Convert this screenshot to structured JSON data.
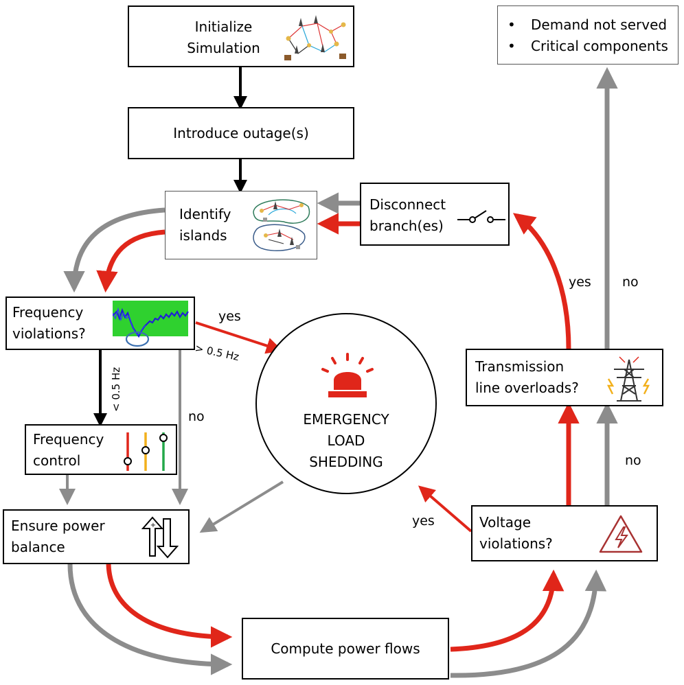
{
  "nodes": {
    "initialize": {
      "line1": "Initialize",
      "line2": "Simulation"
    },
    "introduce": {
      "label": "Introduce outage(s)"
    },
    "identify": {
      "line1": "Identify",
      "line2": "islands"
    },
    "disconnect": {
      "line1": "Disconnect",
      "line2": "branch(es)"
    },
    "frequency_violations": {
      "line1": "Frequency",
      "line2": "violations?"
    },
    "frequency_control": {
      "line1": "Frequency",
      "line2": "control"
    },
    "emergency": {
      "line1": "EMERGENCY",
      "line2": "LOAD",
      "line3": "SHEDDING"
    },
    "ensure_balance": {
      "line1": "Ensure power",
      "line2": "balance"
    },
    "compute_flows": {
      "label": "Compute power flows"
    },
    "voltage_violations": {
      "line1": "Voltage",
      "line2": "violations?"
    },
    "transmission_overloads": {
      "line1": "Transmission",
      "line2": "line overloads?"
    },
    "outputs": {
      "items": [
        "Demand not served",
        "Critical components"
      ]
    }
  },
  "edge_labels": {
    "freq_yes": "yes",
    "freq_gt": "> 0.5 Hz",
    "freq_lt": "< 0.5 Hz",
    "freq_no": "no",
    "volt_yes": "yes",
    "volt_no": "no",
    "tl_yes": "yes",
    "tl_no": "no"
  },
  "colors": {
    "red_path": "#e0261a",
    "gray_path": "#8c8c8c",
    "black_path": "#000000"
  },
  "icons": [
    "network-graph-icon",
    "islands-graph-icon",
    "switch-icon",
    "frequency-signal-icon",
    "sliders-icon",
    "balance-arrows-icon",
    "siren-icon",
    "transmission-tower-icon",
    "high-voltage-icon"
  ]
}
